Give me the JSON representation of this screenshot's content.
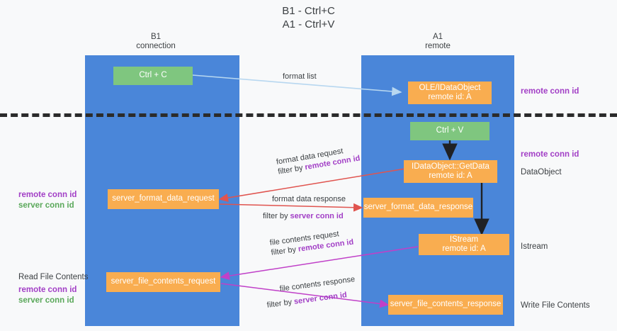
{
  "title": {
    "line1": "B1 - Ctrl+C",
    "line2": "A1 - Ctrl+V"
  },
  "lanes": [
    {
      "name": "B1",
      "sub": "connection"
    },
    {
      "name": "A1",
      "sub": "remote"
    }
  ],
  "nodes": {
    "ctrl_c": {
      "line1": "Ctrl + C"
    },
    "data_object": {
      "line1": "OLE/IDataObject",
      "line2": "remote id: A"
    },
    "ctrl_v": {
      "line1": "Ctrl + V"
    },
    "get_data": {
      "line1": "IDataObject::GetData",
      "line2": "remote id: A"
    },
    "server_format_data_request": {
      "line1": "server_format_data_request"
    },
    "server_format_data_response": {
      "line1": "server_format_data_response"
    },
    "istream": {
      "line1": "IStream",
      "line2": "remote id: A"
    },
    "server_file_contents_request": {
      "line1": "server_file_contents_request"
    },
    "server_file_contents_response": {
      "line1": "server_file_contents_response"
    }
  },
  "edges": {
    "format_list": {
      "label": "format list"
    },
    "format_data_request": {
      "label": "format data request",
      "filter_prefix": "filter by ",
      "filter_key": "remote conn id"
    },
    "format_data_response": {
      "label": "format data response",
      "filter_prefix": "filter by ",
      "filter_key": "server conn id"
    },
    "file_contents_request": {
      "label": "file contents request",
      "filter_prefix": "filter by ",
      "filter_key": "remote conn id"
    },
    "file_contents_response": {
      "label": "file contents response",
      "filter_prefix": "filter by ",
      "filter_key": "server conn id"
    }
  },
  "right_labels": {
    "remote_conn_id_top": "remote conn id",
    "remote_conn_id_mid": "remote conn id",
    "data_object": "DataObject",
    "istream": "Istream",
    "write_file_contents": "Write File Contents"
  },
  "left_labels": {
    "remote_conn_id_mid": "remote conn id",
    "server_conn_id_mid": "server conn id",
    "read_file_contents": "Read File Contents",
    "remote_conn_id_bottom": "remote conn id",
    "server_conn_id_bottom": "server conn id"
  },
  "colors": {
    "lane": "#4a86d9",
    "node_green": "#7fc67f",
    "node_orange": "#f9ad50",
    "purple": "#a23fc6",
    "green_text": "#5aa85a",
    "arrow_red": "#e0544f",
    "arrow_magenta": "#c040c8",
    "arrow_lightblue": "#b7d7f0",
    "arrow_black": "#202124",
    "background": "#f8f9fa",
    "divider": "#2b2b2b"
  }
}
